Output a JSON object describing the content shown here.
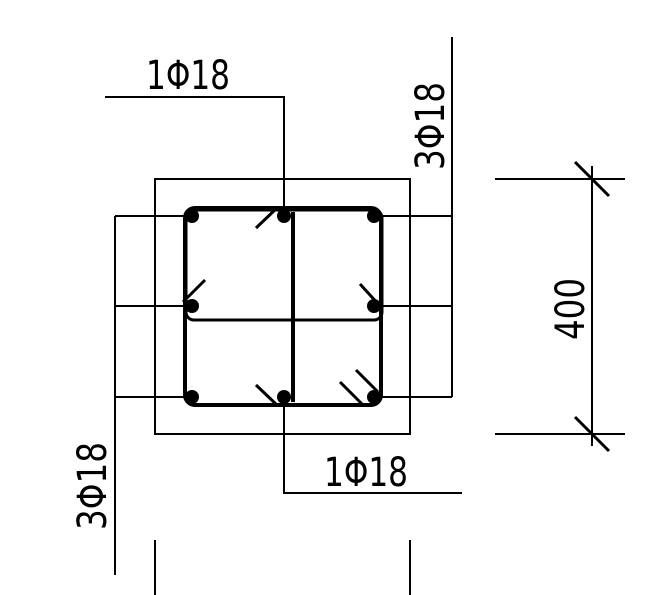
{
  "labels": {
    "top_bar": "1Φ18",
    "right_bars": "3Φ18",
    "bottom_bar": "1Φ18",
    "left_bars": "3Φ18",
    "dimension": "400"
  },
  "colors": {
    "line": "#000000",
    "background": "#ffffff"
  }
}
